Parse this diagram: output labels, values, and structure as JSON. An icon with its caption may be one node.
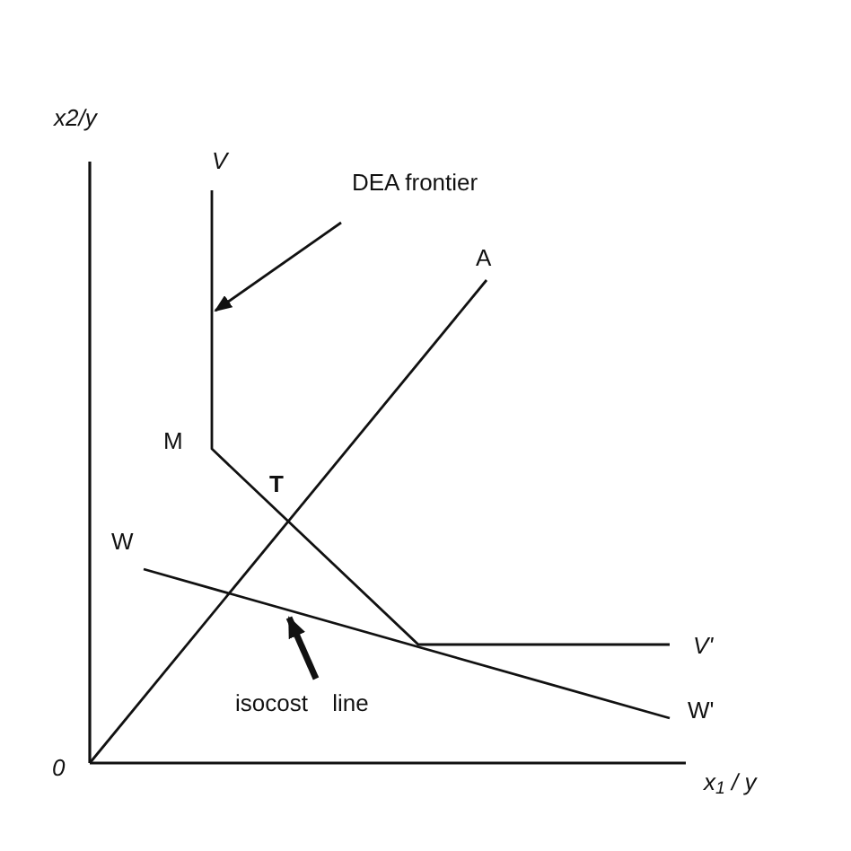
{
  "diagram": {
    "nodes": [
      {
        "text": [
          "DEA frontier"
        ]
      },
      {
        "text": [
          "isocost line"
        ]
      }
    ],
    "edges": [
      {
        "from": 0,
        "to": null,
        "arrow": "to"
      },
      {
        "from": 1,
        "to": null,
        "arrow": "to",
        "style": "thick"
      }
    ],
    "labels": [
      "x2/y",
      "V",
      "A",
      "M",
      "T",
      "W",
      "V'",
      "W'",
      "0",
      "x$_{1}$ / y"
    ]
  }
}
